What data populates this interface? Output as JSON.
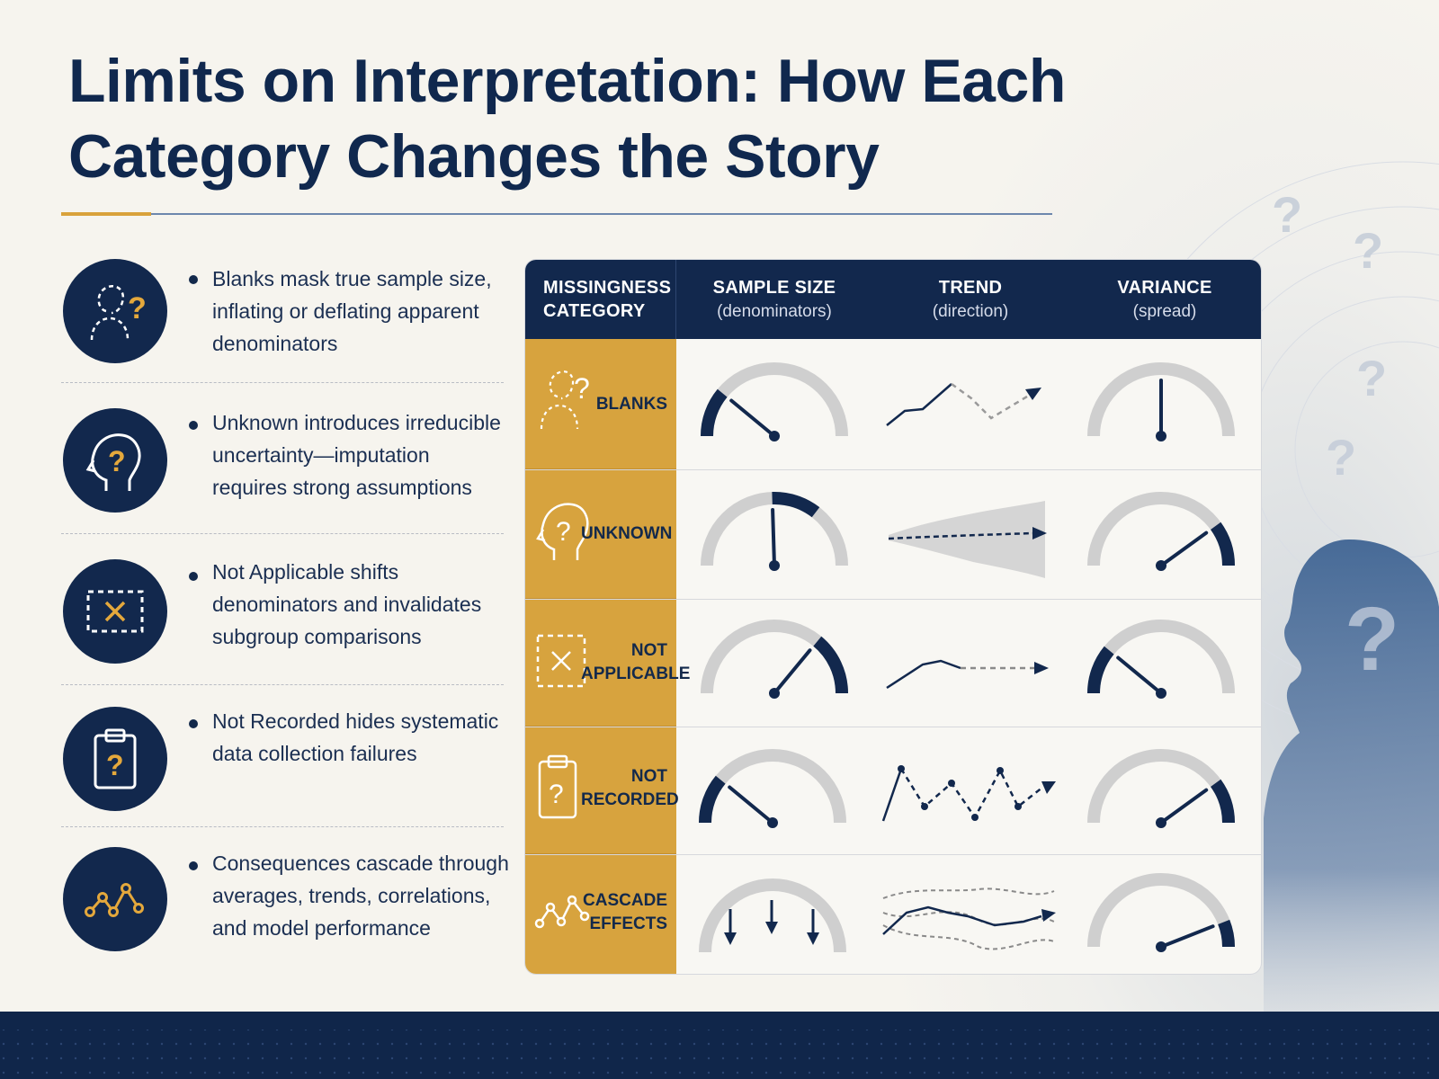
{
  "title": "Limits on Interpretation: How Each Category Changes the Story",
  "colors": {
    "navy": "#12284d",
    "gold": "#d7a33e",
    "gray_arc": "#cfcfcf",
    "background": "#f6f4ee"
  },
  "bullets": [
    {
      "icon": "person-question-icon",
      "text": "Blanks mask true sample size, inflating or deflating apparent denominators"
    },
    {
      "icon": "head-question-icon",
      "text": "Unknown introduces irreducible uncertainty—imputation requires strong assumptions"
    },
    {
      "icon": "dashed-box-x-icon",
      "text": "Not Applicable shifts denominators and invalidates subgroup comparisons"
    },
    {
      "icon": "clipboard-question-icon",
      "text": "Not Recorded hides systematic data collection failures"
    },
    {
      "icon": "line-chart-nodes-icon",
      "text": "Consequences cascade through averages, trends, correlations, and model performance"
    }
  ],
  "table": {
    "headers": [
      {
        "main": "MISSINGNESS CATEGORY",
        "sub": ""
      },
      {
        "main": "SAMPLE SIZE",
        "sub": "(denominators)"
      },
      {
        "main": "TREND",
        "sub": "(direction)"
      },
      {
        "main": "VARIANCE",
        "sub": "(spread)"
      }
    ],
    "rows": [
      {
        "category": "BLANKS",
        "icon": "person-question-icon",
        "sample_gauge": 0.22,
        "trend": "broken-dashed-line",
        "variance_gauge": 0.5
      },
      {
        "category": "UNKNOWN",
        "icon": "head-question-icon",
        "sample_gauge": 0.49,
        "trend": "uncertainty-band",
        "variance_gauge": 0.8
      },
      {
        "category": "NOT APPLICABLE",
        "icon": "dashed-box-x-icon",
        "sample_gauge": 0.72,
        "trend": "line-then-dashed",
        "variance_gauge": 0.22
      },
      {
        "category": "NOT RECORDED",
        "icon": "clipboard-question-icon",
        "sample_gauge": 0.22,
        "trend": "zigzag-dashed",
        "variance_gauge": 0.8
      },
      {
        "category": "CASCADE EFFECTS",
        "icon": "line-chart-nodes-icon",
        "sample_gauge": null,
        "trend": "multiple-diverging-lines",
        "variance_gauge": 0.88
      }
    ]
  }
}
